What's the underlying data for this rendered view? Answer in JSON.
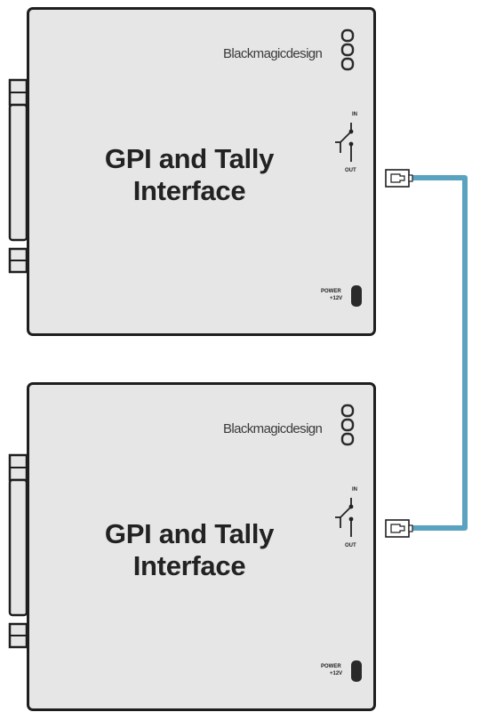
{
  "colors": {
    "device_fill": "#e6e6e6",
    "device_border": "#1e1e1e",
    "cable": "#5aa3c0"
  },
  "devices": [
    {
      "brand": "Blackmagicdesign",
      "title_line1": "GPI and Tally",
      "title_line2": "Interface",
      "switch_in": "IN",
      "switch_out": "OUT",
      "power_label": "POWER",
      "power_voltage": "+12V"
    },
    {
      "brand": "Blackmagicdesign",
      "title_line1": "GPI and Tally",
      "title_line2": "Interface",
      "switch_in": "IN",
      "switch_out": "OUT",
      "power_label": "POWER",
      "power_voltage": "+12V"
    }
  ],
  "icons": {
    "connector": "ethernet-plug-icon",
    "logo": "blackmagic-logo-icon",
    "switch": "in-out-switch-icon",
    "power": "power-jack-icon"
  }
}
